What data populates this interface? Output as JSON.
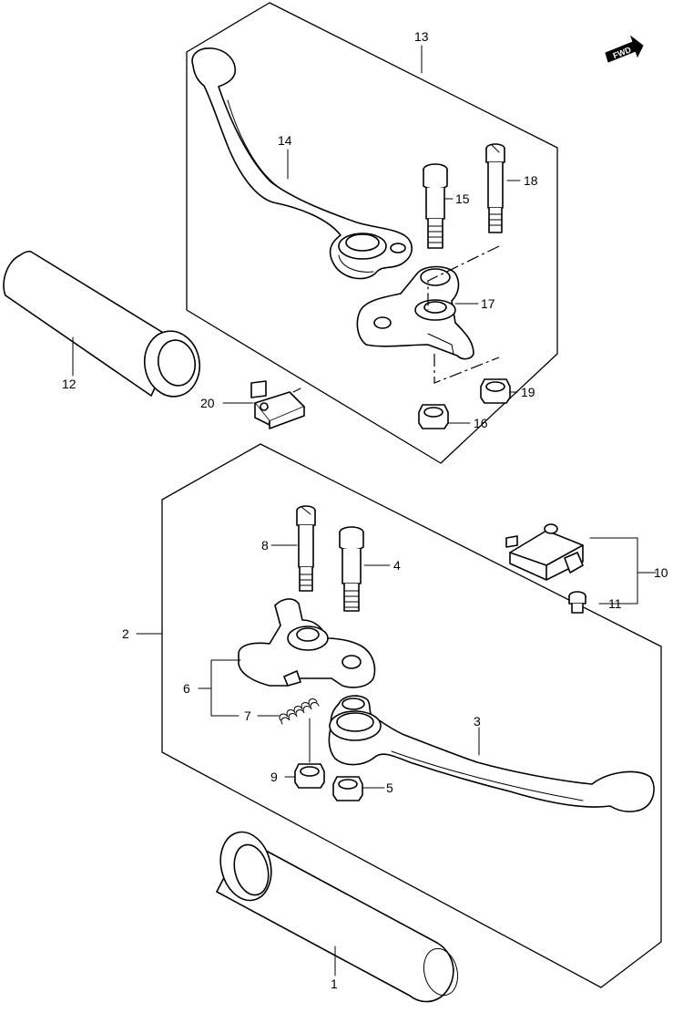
{
  "fwd_badge": "FWD",
  "callouts": {
    "c1": "1",
    "c2": "2",
    "c3": "3",
    "c4": "4",
    "c5": "5",
    "c6": "6",
    "c7": "7",
    "c8": "8",
    "c9": "9",
    "c10": "10",
    "c11": "11",
    "c12": "12",
    "c13": "13",
    "c14": "14",
    "c15": "15",
    "c16": "16",
    "c17": "17",
    "c18": "18",
    "c19": "19",
    "c20": "20"
  }
}
